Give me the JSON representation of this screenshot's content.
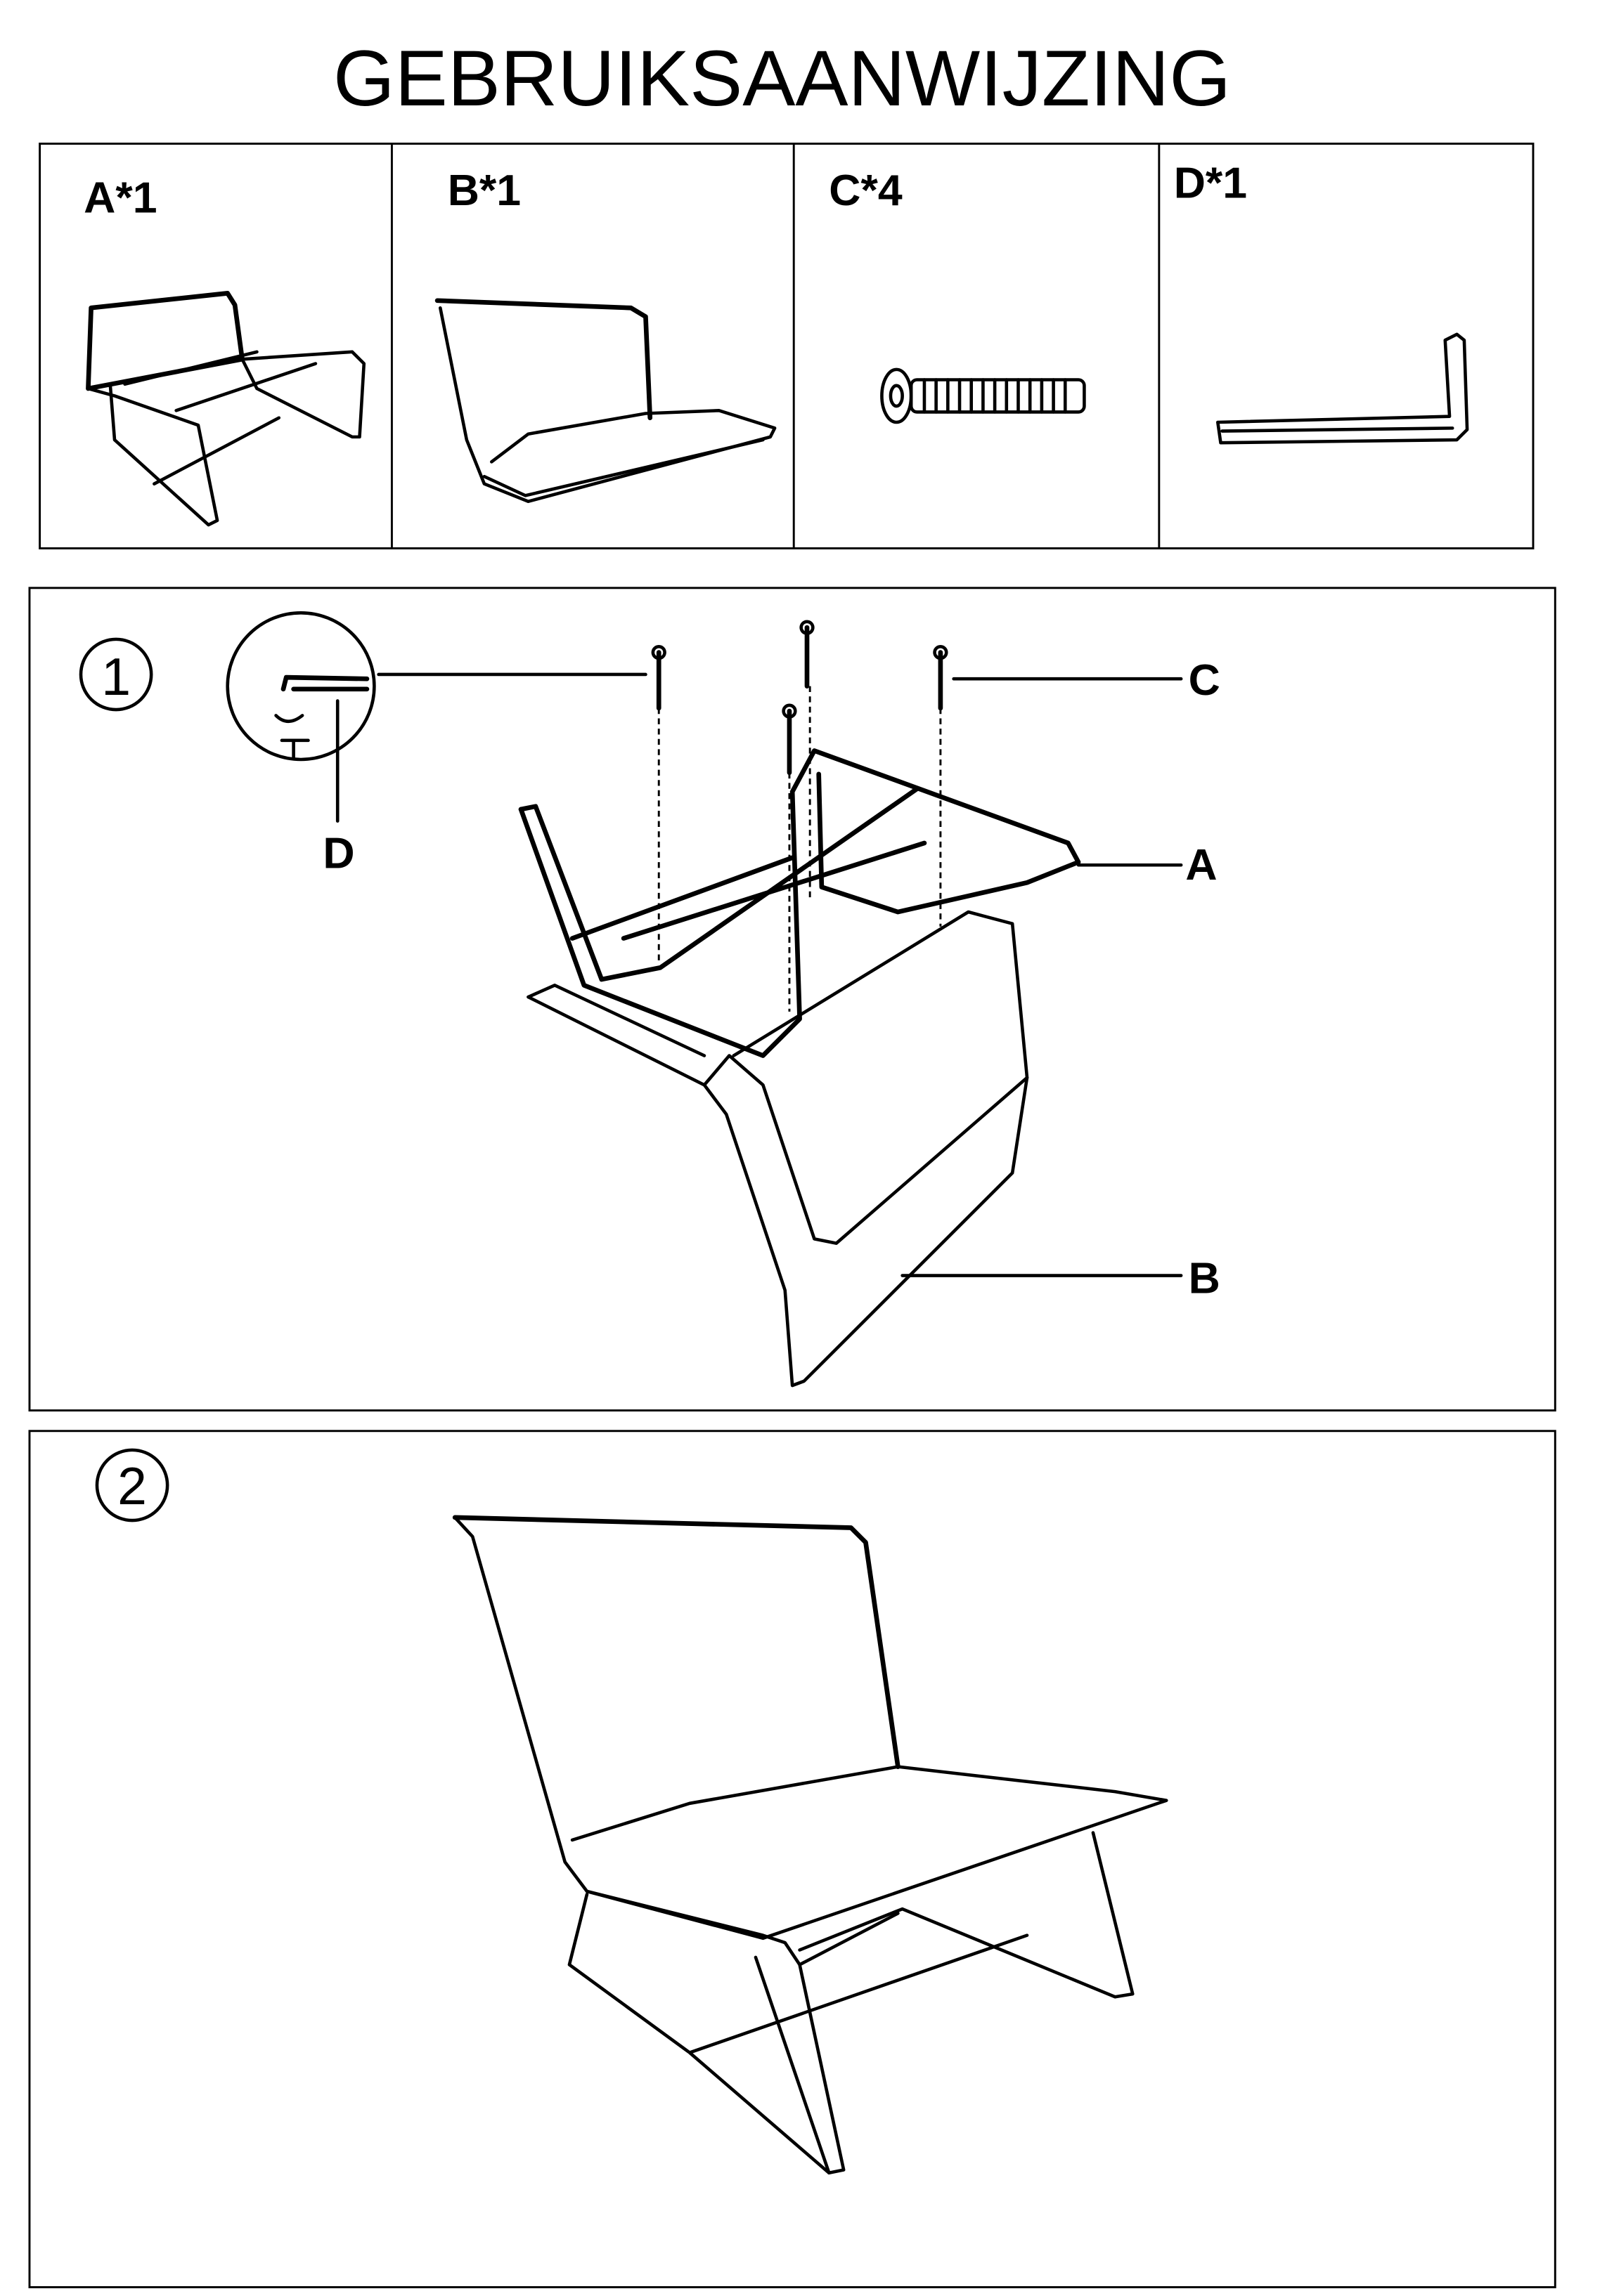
{
  "title": "GEBRUIKSAANWIJZING",
  "parts": [
    {
      "label": "A*1",
      "icon": "chair-frame-icon"
    },
    {
      "label": "B*1",
      "icon": "seat-cushion-icon"
    },
    {
      "label": "C*4",
      "icon": "bolt-icon"
    },
    {
      "label": "D*1",
      "icon": "allen-key-icon"
    }
  ],
  "steps": [
    {
      "number": "1",
      "callouts": {
        "a": "A",
        "b": "B",
        "c": "C",
        "d": "D"
      }
    },
    {
      "number": "2"
    }
  ]
}
